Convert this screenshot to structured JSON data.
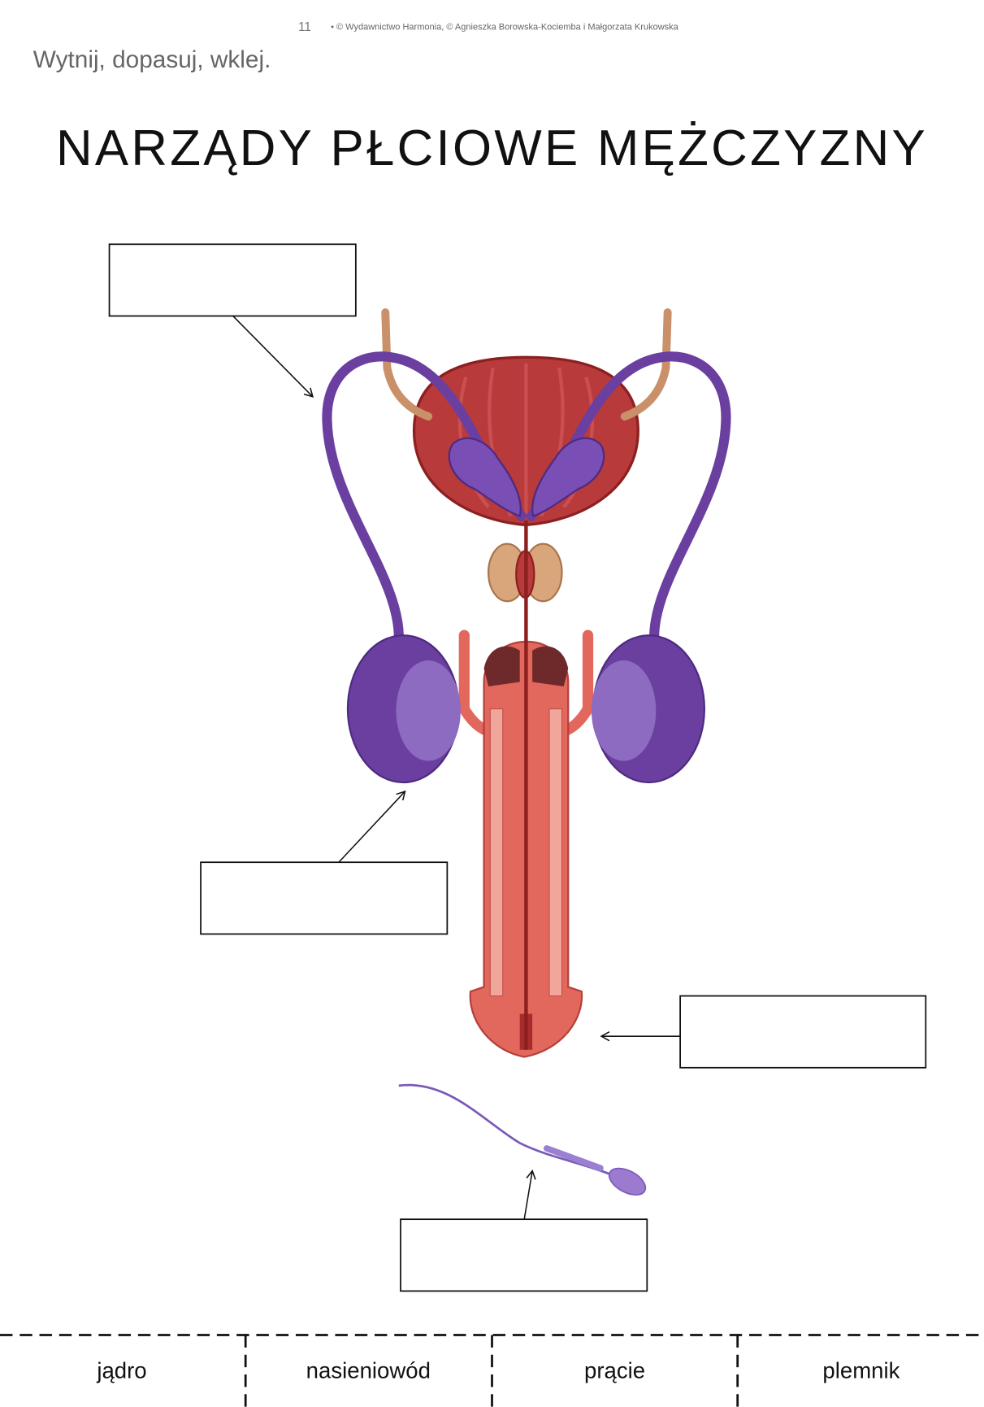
{
  "header": {
    "page_number": "11",
    "copyright": "• © Wydawnictwo Harmonia, © Agnieszka Borowska-Kociemba i Małgorzata Krukowska"
  },
  "instruction": "Wytnij, dopasuj, wklej.",
  "title": "NARZĄDY PŁCIOWE MĘŻCZYZNY",
  "cutout_labels": [
    "jądro",
    "nasieniowód",
    "prącie",
    "plemnik"
  ],
  "colors": {
    "vas_deferens": "#6a3fa0",
    "testis_inner": "#8d6bc0",
    "bladder": "#b83a3a",
    "penis": "#e2675c",
    "ureter": "#c9906a",
    "prostate": "#d9a57a"
  }
}
